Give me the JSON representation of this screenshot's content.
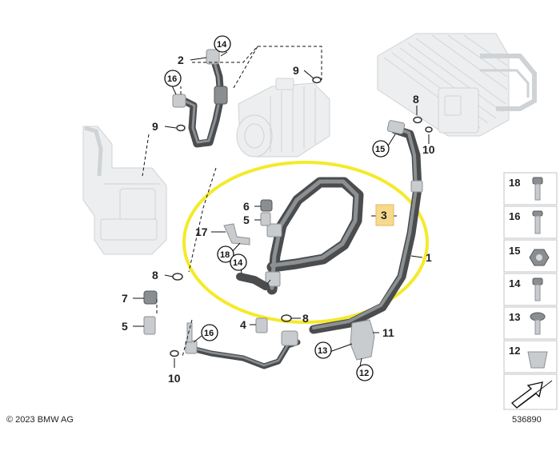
{
  "diagram": {
    "copyright": "© 2023 BMW AG",
    "figure_number": "536890",
    "highlight_color": "#f4ea2a",
    "callout_tag_color": "#f7d98e",
    "labels": {
      "l1": "1",
      "l2": "2",
      "l3": "3",
      "l4": "4",
      "l5a": "5",
      "l5b": "5",
      "l6": "6",
      "l7": "7",
      "l8a": "8",
      "l8b": "8",
      "l8c": "8",
      "l9a": "9",
      "l9b": "9",
      "l10a": "10",
      "l10b": "10",
      "l11": "11",
      "l17": "17"
    },
    "circled": {
      "c14a": "14",
      "c14b": "14",
      "c15": "15",
      "c16a": "16",
      "c16b": "16",
      "c18": "18",
      "c13": "13",
      "c12": "12"
    },
    "sidebar": [
      "18",
      "16",
      "15",
      "14",
      "13",
      "12"
    ]
  }
}
